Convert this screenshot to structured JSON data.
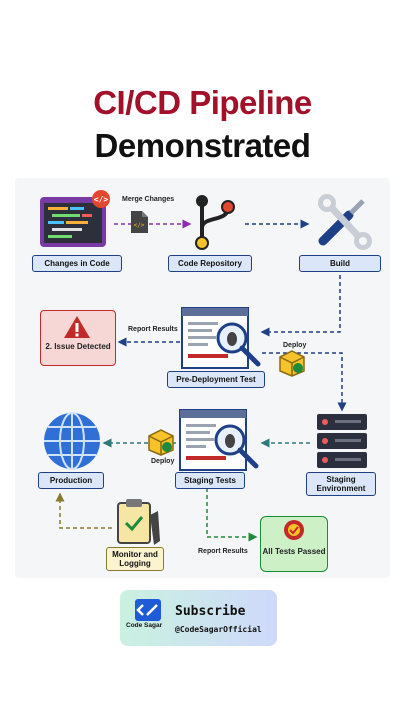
{
  "title": {
    "line1": "CI/CD Pipeline",
    "line2": "Demonstrated"
  },
  "nodes": {
    "changes": "Changes in Code",
    "repo": "Code Repository",
    "build": "Build",
    "issue": "2. Issue Detected",
    "predeploy": "Pre-Deployment Test",
    "production": "Production",
    "staging_tests": "Staging Tests",
    "staging_env": "Staging Environment",
    "monitor": "Monitor and Logging",
    "all_passed": "All Tests Passed"
  },
  "edges": {
    "merge": "Merge Changes",
    "report1": "Report Results",
    "deploy1": "Deploy",
    "deploy2": "Deploy",
    "report2": "Report Results"
  },
  "subscribe": {
    "title": "Subscribe",
    "handle": "@CodeSagarOfficial",
    "logo": "Code Sagar"
  },
  "colors": {
    "title_red": "#a3102a",
    "arrow_blue": "#1f3f86",
    "arrow_purple": "#8b2bb3",
    "arrow_green": "#1e8a3b",
    "arrow_teal": "#2d7a78",
    "arrow_olive": "#8a7a2d"
  }
}
